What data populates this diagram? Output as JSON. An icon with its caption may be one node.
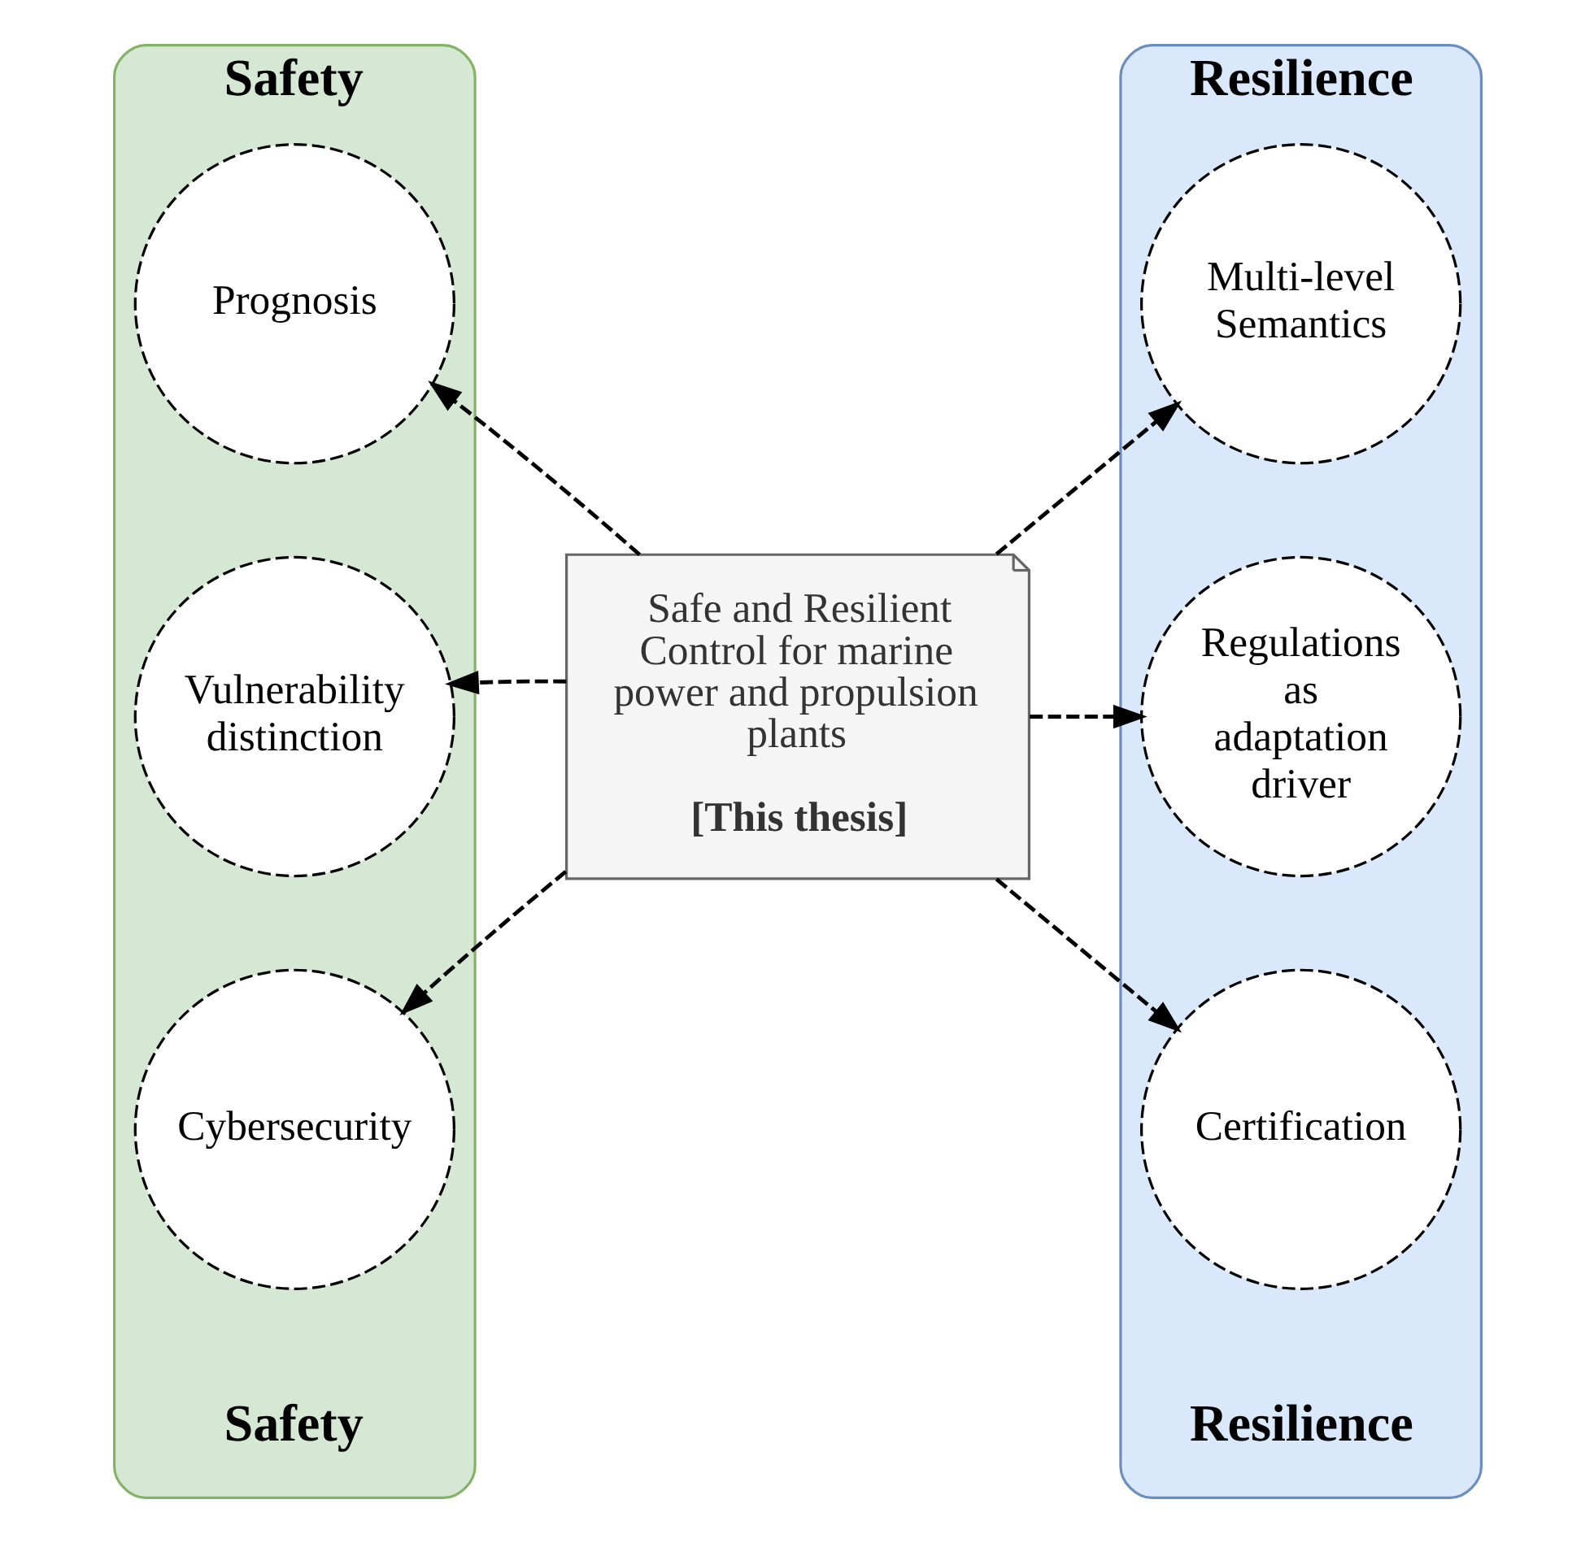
{
  "diagram": {
    "nodes": [
      {
        "text": [
          "Safety",
          "Safety"
        ]
      },
      {
        "text": [
          "Resilience",
          "Resilience"
        ]
      },
      {
        "text": [
          "Safe and Resilient Control for marine power and propulsion plants",
          "[This thesis]"
        ]
      },
      {
        "text": [
          "Prognosis"
        ],
        "in": 0
      },
      {
        "text": [
          "Vulnerability distinction"
        ],
        "in": 0
      },
      {
        "text": [
          "Cybersecurity"
        ],
        "in": 0
      },
      {
        "text": [
          "Multi-level Semantics"
        ],
        "in": 1
      },
      {
        "text": [
          "Regulations as adaptation driver"
        ],
        "in": 1
      },
      {
        "text": [
          "Certification"
        ],
        "in": 1
      }
    ],
    "edges": [
      {
        "from": 2,
        "to": 3,
        "arrow": "to",
        "style": "dashed"
      },
      {
        "from": 2,
        "to": 4,
        "arrow": "to",
        "style": "dashed"
      },
      {
        "from": 2,
        "to": 5,
        "arrow": "to",
        "style": "dashed"
      },
      {
        "from": 2,
        "to": 6,
        "arrow": "to",
        "style": "dashed"
      },
      {
        "from": 2,
        "to": 7,
        "arrow": "to",
        "style": "dashed"
      },
      {
        "from": 2,
        "to": 8,
        "arrow": "to",
        "style": "dashed"
      }
    ]
  }
}
